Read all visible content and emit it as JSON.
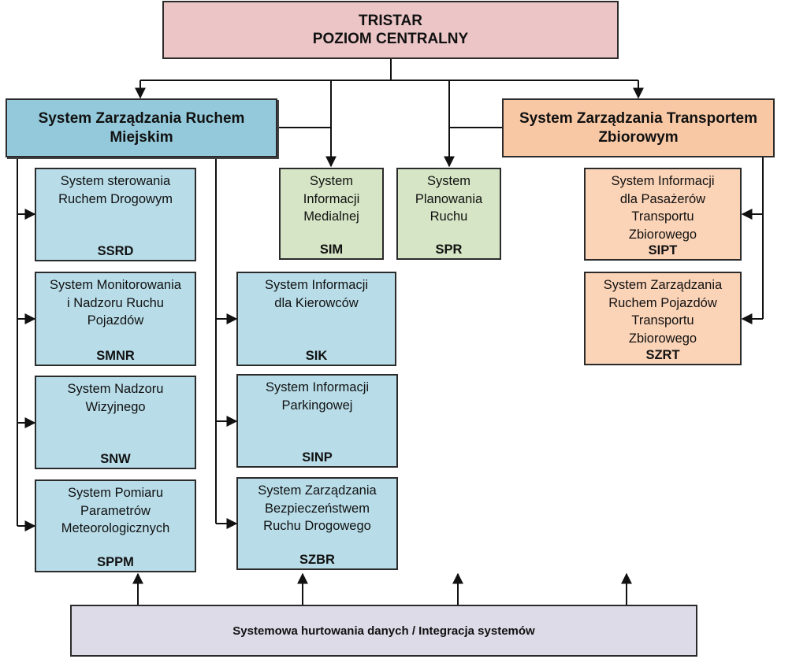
{
  "colors": {
    "central": "#ecc6c7",
    "urban_traffic": "#93c9da",
    "urban_sub": "#b8dde9",
    "shared": "#d6e5c5",
    "transport": "#f8c8a5",
    "transport_sub": "#fbd3b7",
    "integration": "#dedbe9"
  },
  "central": {
    "line1": "TRISTAR",
    "line2": "POZIOM CENTRALNY"
  },
  "urban": {
    "title": "System Zarządzania Ruchem\nMiejskim",
    "col1": [
      {
        "desc": "System sterowania\nRuchem Drogowym",
        "abbr": "SSRD"
      },
      {
        "desc": "System Monitorowania\ni Nadzoru Ruchu\nPojazdów",
        "abbr": "SMNR"
      },
      {
        "desc": "System Nadzoru\nWizyjnego",
        "abbr": "SNW"
      },
      {
        "desc": "System Pomiaru\nParametrów\nMeteorologicznych",
        "abbr": "SPPM"
      }
    ],
    "col2": [
      {
        "desc": "System Informacji\ndla Kierowców",
        "abbr": "SIK"
      },
      {
        "desc": "System Informacji\nParkingowej",
        "abbr": "SINP"
      },
      {
        "desc": "System Zarządzania\nBezpieczeństwem\nRuchu Drogowego",
        "abbr": "SZBR"
      }
    ]
  },
  "shared": [
    {
      "desc": "System\nInformacji\nMedialnej",
      "abbr": "SIM"
    },
    {
      "desc": "System\nPlanowania\nRuchu",
      "abbr": "SPR"
    }
  ],
  "transport": {
    "title": "System Zarządzania Transportem\nZbiorowym",
    "items": [
      {
        "desc": "System Informacji\ndla Pasażerów\nTransportu\nZbiorowego",
        "abbr": "SIPT"
      },
      {
        "desc": "System Zarządzania\nRuchem Pojazdów\nTransportu\nZbiorowego",
        "abbr": "SZRT"
      }
    ]
  },
  "integration": {
    "label": "Systemowa hurtowania danych / Integracja systemów"
  }
}
